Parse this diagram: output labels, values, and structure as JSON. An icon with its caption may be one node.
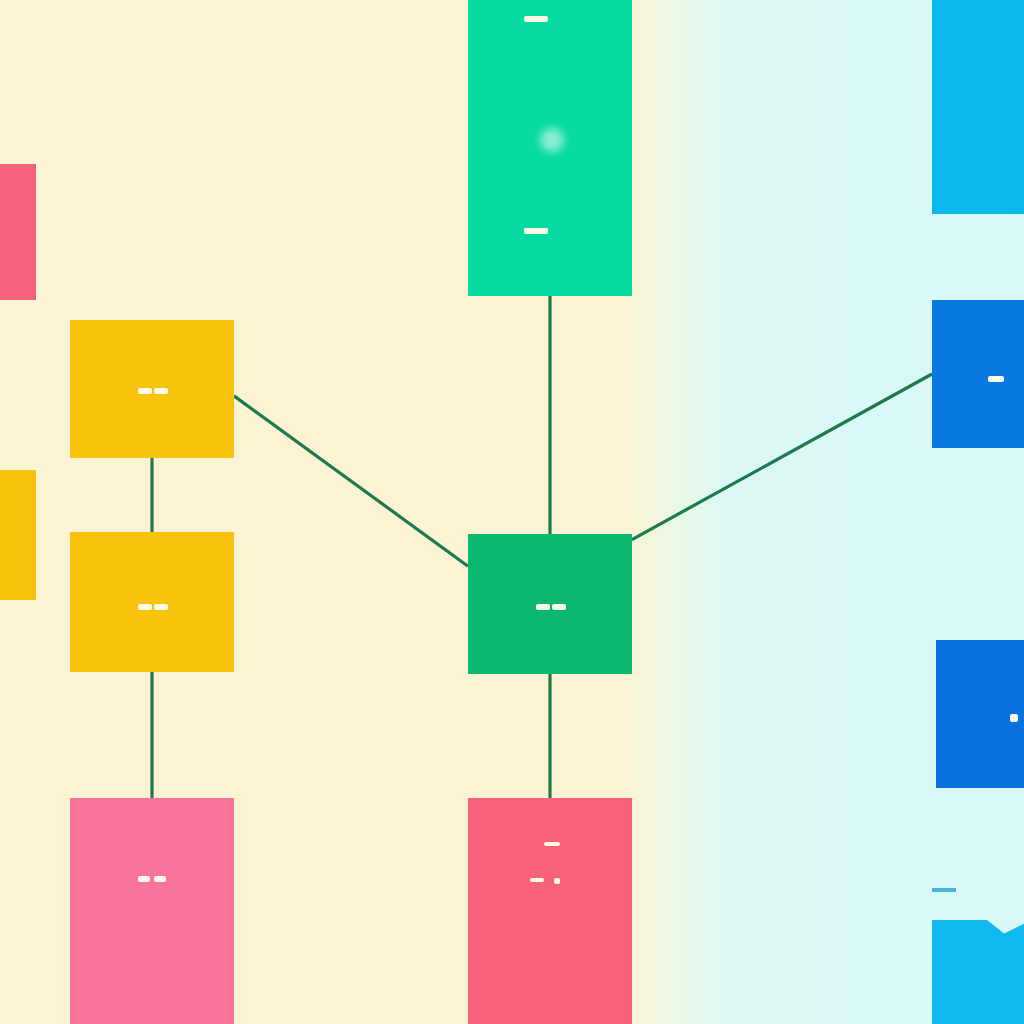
{
  "diagram": {
    "nodes": [
      {
        "text": [],
        "shape": "box"
      },
      {
        "text": [],
        "shape": "box"
      },
      {
        "text": [],
        "shape": "box"
      },
      {
        "text": [],
        "shape": "box"
      },
      {
        "text": [],
        "shape": "box"
      },
      {
        "text": [],
        "shape": "box"
      },
      {
        "text": [],
        "shape": "box"
      },
      {
        "text": [],
        "shape": "box"
      },
      {
        "text": [],
        "shape": "box"
      },
      {
        "text": [],
        "shape": "box"
      },
      {
        "text": [],
        "shape": "box"
      },
      {
        "text": [],
        "shape": "box"
      }
    ],
    "edges": [
      {
        "from": 4,
        "to": 6,
        "arrow": "none"
      },
      {
        "from": 6,
        "to": 9,
        "arrow": "none"
      },
      {
        "from": 4,
        "to": 7,
        "arrow": "none"
      },
      {
        "from": 0,
        "to": 7,
        "arrow": "none"
      },
      {
        "from": 7,
        "to": 3,
        "arrow": "none"
      },
      {
        "from": 7,
        "to": 10,
        "arrow": "none"
      }
    ]
  }
}
